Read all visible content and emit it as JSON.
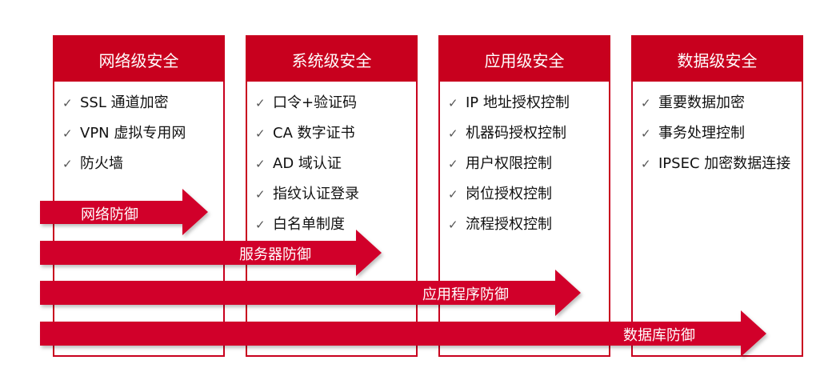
{
  "columns": [
    {
      "title": "网络级安全",
      "items": [
        "SSL 通道加密",
        "VPN 虚拟专用网",
        "防火墙"
      ]
    },
    {
      "title": "系统级安全",
      "items": [
        "口令+验证码",
        "CA 数字证书",
        "AD 域认证",
        "指纹认证登录",
        "白名单制度"
      ]
    },
    {
      "title": "应用级安全",
      "items": [
        "IP 地址授权控制",
        "机器码授权控制",
        "用户权限控制",
        "岗位授权控制",
        "流程授权控制"
      ]
    },
    {
      "title": "数据级安全",
      "items": [
        "重要数据加密",
        "事务处理控制",
        "IPSEC 加密数据连接"
      ]
    }
  ],
  "check_icon": "check-icon",
  "arrows": [
    {
      "label": "网络防御"
    },
    {
      "label": "服务器防御"
    },
    {
      "label": "应用程序防御"
    },
    {
      "label": "数据库防御"
    }
  ],
  "colors": {
    "header_red": "#c8001e",
    "arrow_red": "#d1002a"
  }
}
